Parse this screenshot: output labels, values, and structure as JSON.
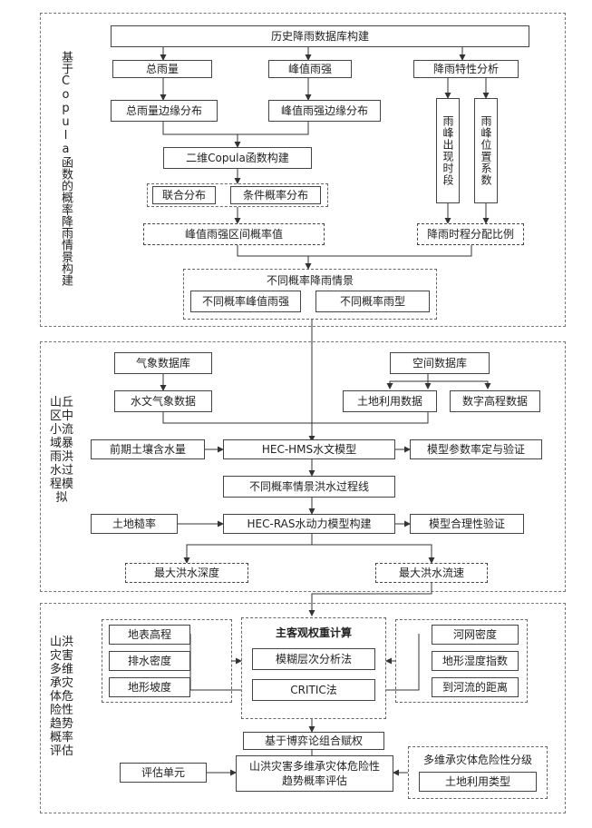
{
  "sections": {
    "s1_label": "基于Copula函数的概率降雨情景构建",
    "s2_label": [
      "山丘",
      "区中",
      "小流",
      "域暴",
      "雨洪",
      "水过",
      "程模",
      "拟"
    ],
    "s3_label": [
      "山洪",
      "灾害",
      "多维",
      "承灾",
      "体危",
      "险性",
      "趋势",
      "概率",
      "评估"
    ]
  },
  "s1": {
    "db": "历史降雨数据库构建",
    "total_rain": "总雨量",
    "peak_int": "峰值雨强",
    "rain_char": "降雨特性分析",
    "total_margin": "总雨量边缘分布",
    "peak_margin": "峰值雨强边缘分布",
    "peak_time": "雨峰出现时段",
    "peak_pos": "雨峰位置系数",
    "copula": "二维Copula函数构建",
    "joint": "联合分布",
    "cond": "条件概率分布",
    "interval": "峰值雨强区间概率值",
    "ratio": "降雨时程分配比例",
    "scenarios": "不同概率降雨情景",
    "sc_peak": "不同概率峰值雨强",
    "sc_type": "不同概率雨型"
  },
  "s2": {
    "met_db": "气象数据库",
    "spatial_db": "空间数据库",
    "hydro_met": "水文气象数据",
    "landuse": "土地利用数据",
    "dem": "数字高程数据",
    "soil": "前期土壤含水量",
    "hms": "HEC-HMS水文模型",
    "calib": "模型参数率定与验证",
    "hydrograph": "不同概率情景洪水过程线",
    "roughness": "土地糙率",
    "ras": "HEC-RAS水动力模型构建",
    "validity": "模型合理性验证",
    "depth": "最大洪水深度",
    "velocity": "最大洪水流速"
  },
  "s3": {
    "elev": "地表高程",
    "drain": "排水密度",
    "slope": "地形坡度",
    "weight_title": "主客观权重计算",
    "ahp": "模糊层次分析法",
    "critic": "CRITIC法",
    "river": "河网密度",
    "twi": "地形湿度指数",
    "dist": "到河流的距离",
    "game": "基于博弈论组合赋权",
    "unit": "评估单元",
    "assess": "山洪灾害多维承灾体危险性趋势概率评估",
    "grading": "多维承灾体危险性分级",
    "lu_type": "土地利用类型"
  }
}
